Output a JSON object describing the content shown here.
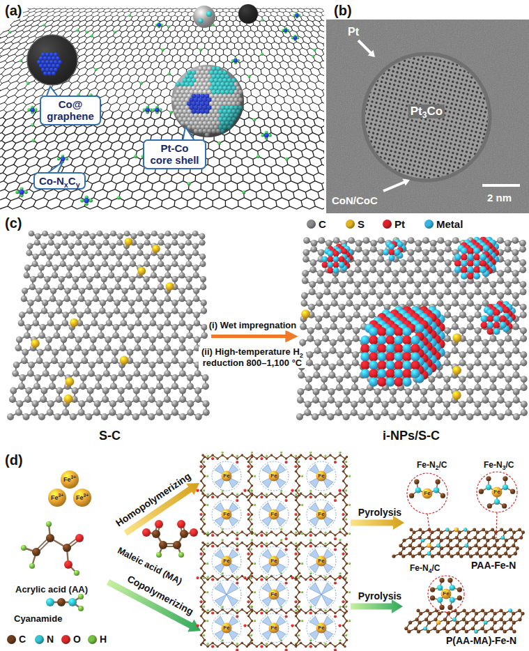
{
  "diagram": {
    "nodes": [
      {
        "text": [
          "Co@ graphene"
        ]
      },
      {
        "text": [
          "Co-NxCy"
        ]
      },
      {
        "text": [
          "Pt-Co core shell"
        ]
      },
      {
        "text": [
          "S-C"
        ]
      },
      {
        "text": [
          "i-NPs/S-C"
        ]
      }
    ],
    "edges": [
      {
        "from": 3,
        "to": 4,
        "arrow": "to",
        "label": "(i) Wet impregnation"
      }
    ],
    "labels": [
      "(a)",
      "(b)",
      "Pt",
      "Pt3Co",
      "CoN/CoC",
      "2 nm",
      "(c)",
      "(ii) High-temperature H2 reduction 800–1,100 °C",
      "(d)",
      "Fe3+",
      "Fe3+",
      "Fe3+",
      "Acrylic acid (AA)",
      "Cyanamide",
      "Maleic acid (MA)",
      "Homopolymerizing",
      "Copolymerizing",
      "Pyrolysis",
      "Pyrolysis",
      "Fe-N2/C",
      "Fe-N3/C",
      "Fe-N4/C",
      "PAA-Fe-N",
      "P(AA-MA)-Fe-N",
      "Fe",
      "Fe",
      "Fe",
      "Fe",
      "Fe",
      "Fe",
      "Fe",
      "Fe",
      "Fe",
      "Fe",
      "Fe",
      "Fe",
      "Fe",
      "Fe",
      "Fe",
      "Fe"
    ],
    "legend": [
      {
        "text": "C",
        "color": "#8c8c8c"
      },
      {
        "text": "S",
        "color": "#e6b422"
      },
      {
        "text": "Pt",
        "color": "#e0202a"
      },
      {
        "text": "Metal",
        "color": "#37b6e6"
      },
      {
        "text": "C",
        "color": "#6b3d1e"
      },
      {
        "text": "N",
        "color": "#35c4d4"
      },
      {
        "text": "O",
        "color": "#e02a2a"
      },
      {
        "text": "H",
        "color": "#77c043"
      }
    ]
  }
}
